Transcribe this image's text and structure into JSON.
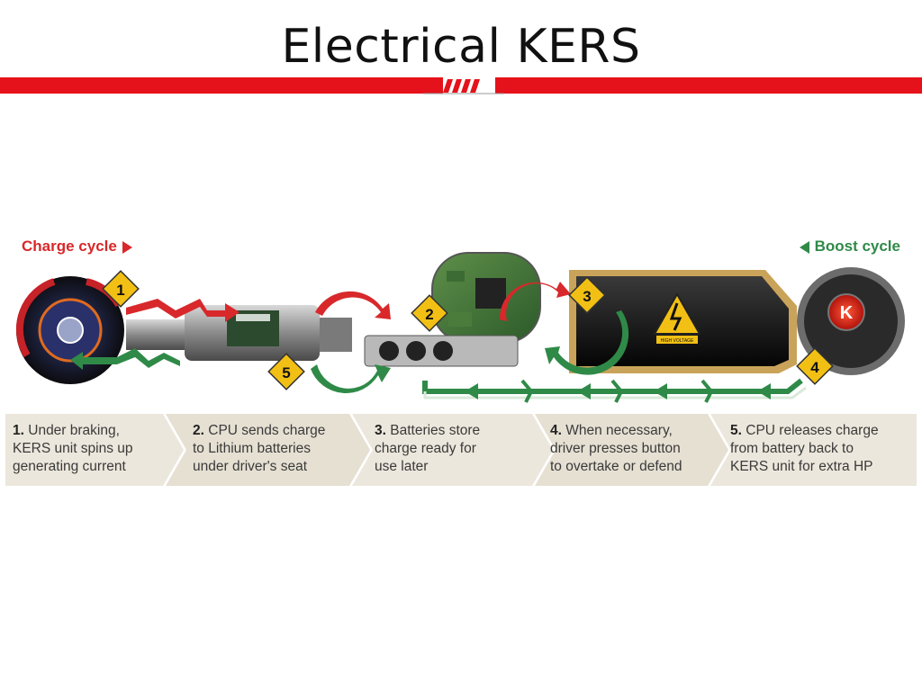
{
  "slide": {
    "title": "Electrical KERS"
  },
  "diagram": {
    "charge_cycle_label": "Charge cycle",
    "boost_cycle_label": "Boost cycle",
    "warning_label": "HIGH VOLTAGE",
    "button_letter": "K",
    "markers": [
      "1",
      "2",
      "3",
      "4",
      "5"
    ],
    "colors": {
      "charge_arrow": "#d8282b",
      "boost_arrow": "#2f8a48",
      "marker": "#f2c014",
      "title_bar": "#e5121b"
    },
    "steps": [
      {
        "num": "1.",
        "lines": [
          "Under braking,",
          "KERS unit spins up",
          "generating current"
        ]
      },
      {
        "num": "2.",
        "lines": [
          "CPU sends charge",
          "to Lithium batteries",
          "under driver's seat"
        ]
      },
      {
        "num": "3.",
        "lines": [
          "Batteries store",
          "charge ready for",
          "use later"
        ]
      },
      {
        "num": "4.",
        "lines": [
          "When necessary,",
          "driver presses button",
          "to overtake or defend"
        ]
      },
      {
        "num": "5.",
        "lines": [
          "CPU releases charge",
          "from battery back to",
          "KERS unit for extra HP"
        ]
      }
    ]
  }
}
